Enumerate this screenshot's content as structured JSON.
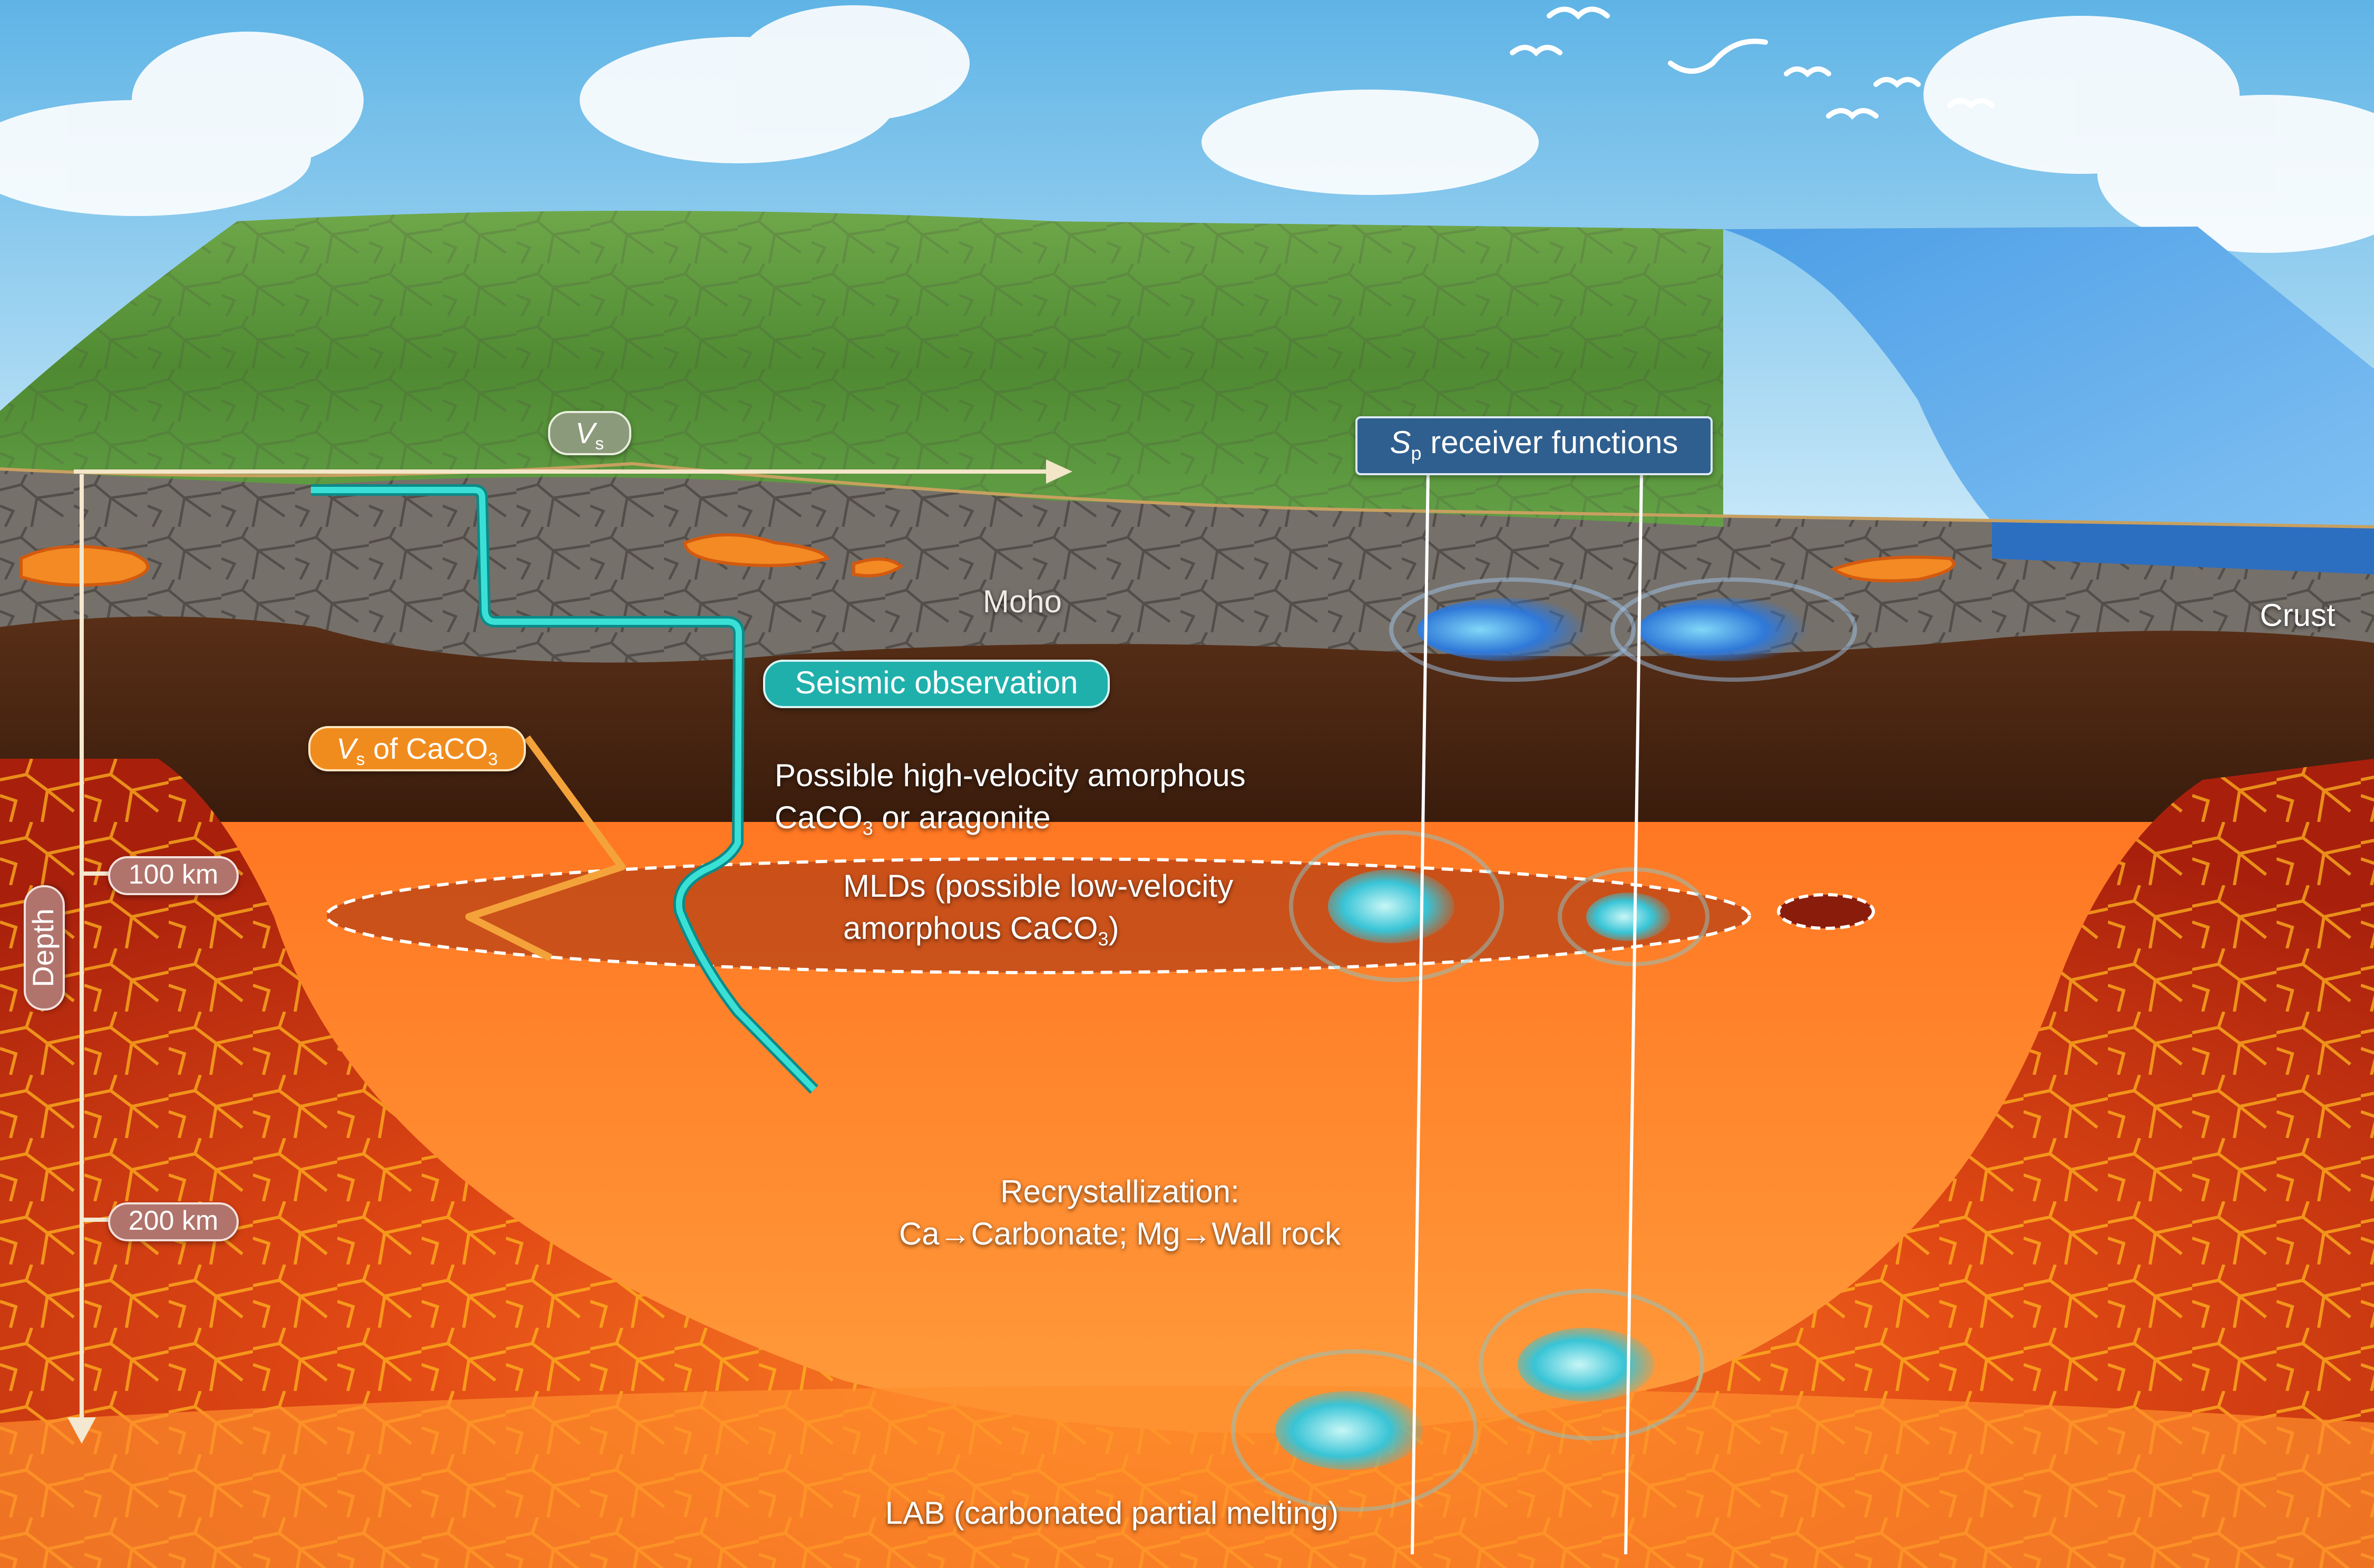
{
  "labels": {
    "vs": "V",
    "vs_sub": "s",
    "sp": "S",
    "sp_sub": "p",
    "sp_rest": " receiver functions",
    "moho": "Moho",
    "crust": "Crust",
    "seismic_observation": "Seismic observation",
    "vs_caco3_v": "V",
    "vs_caco3_sub": "s",
    "vs_caco3_rest": " of CaCO",
    "vs_caco3_sub3": "3",
    "high_velocity_line1": "Possible high-velocity amorphous",
    "high_velocity_line2a": "CaCO",
    "high_velocity_line2_sub": "3",
    "high_velocity_line2b": " or aragonite",
    "mlds_line1": "MLDs (possible low-velocity",
    "mlds_line2a": "amorphous CaCO",
    "mlds_line2_sub": "3",
    "mlds_line2b": ")",
    "depth_100": "100 km",
    "depth_200": "200 km",
    "depth_axis": "Depth",
    "recryst_line1": "Recrystallization:",
    "recryst_line2": "Ca→Carbonate; Mg→Wall rock",
    "lab": "LAB (carbonated partial melting)"
  },
  "colors": {
    "sky_top": "#5fb4e6",
    "sky_bottom": "#bfe3f6",
    "grass": "#5f9a3c",
    "grass_dark": "#3f7628",
    "water": "#3f8fdc",
    "crust_rock": "#76706a",
    "mantle_brown": "#4a2612",
    "magma_red": "#c4260e",
    "magma_orange": "#ff7a1e",
    "lava_yellow": "#ffc42e",
    "seismic_cyan": "#34d0c8",
    "caco3_orange": "#f4a33a",
    "receiver_blue": "#2f5f8e",
    "depth_pill": "#b0746c"
  }
}
